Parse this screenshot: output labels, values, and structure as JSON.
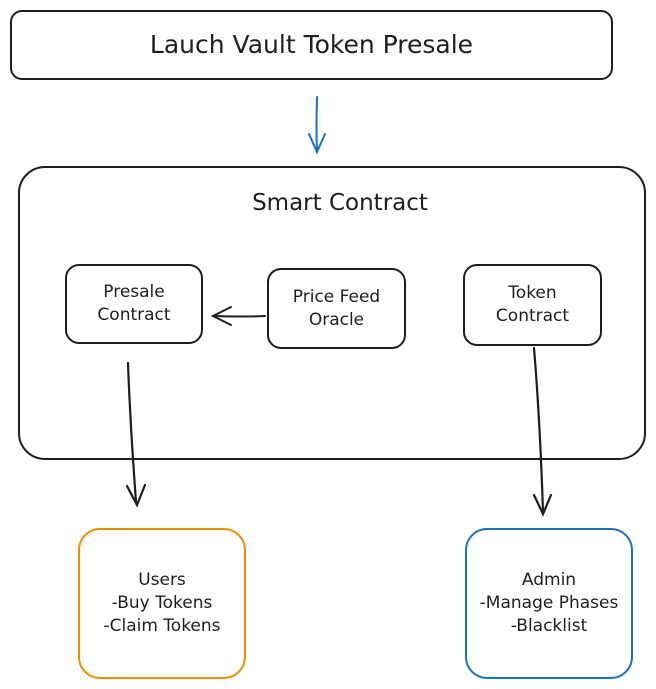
{
  "title": "Lauch Vault Token Presale",
  "smart_contract": {
    "title": "Smart Contract",
    "presale": "Presale\nContract",
    "oracle": "Price Feed\nOracle",
    "token": "Token\nContract"
  },
  "users": "Users\n-Buy Tokens\n-Claim Tokens",
  "admin": "Admin\n-Manage Phases\n-Blacklist",
  "colors": {
    "stroke": "#1e1e1e",
    "arrow_blue": "#1971c2",
    "users_border": "#f08c00",
    "admin_border": "#1971c2"
  }
}
